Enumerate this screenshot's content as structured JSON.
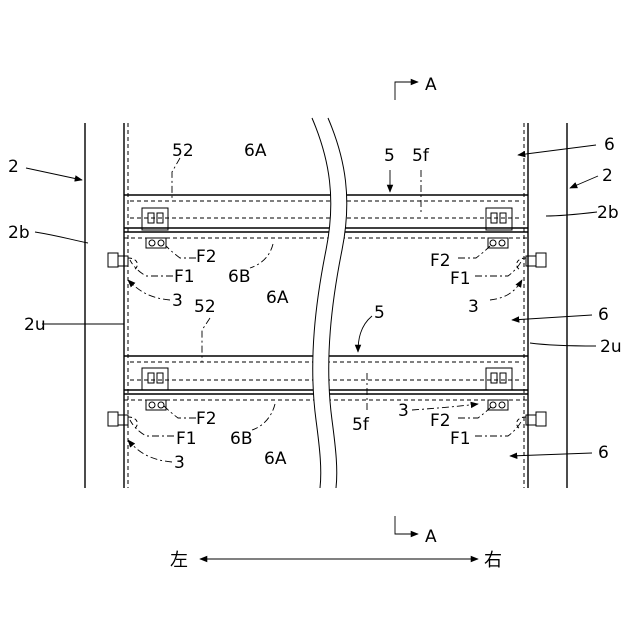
{
  "labels": {
    "section_a": "A",
    "post": "2",
    "post_face": "2b",
    "post_inner": "2u",
    "clamp": "3",
    "beam": "5",
    "beam_face": "5f",
    "beam_flange": "52",
    "panel": "6",
    "panel_upper": "6A",
    "panel_lower": "6B",
    "fastener_1": "F1",
    "fastener_2": "F2"
  },
  "direction": {
    "left": "左",
    "right": "右"
  }
}
